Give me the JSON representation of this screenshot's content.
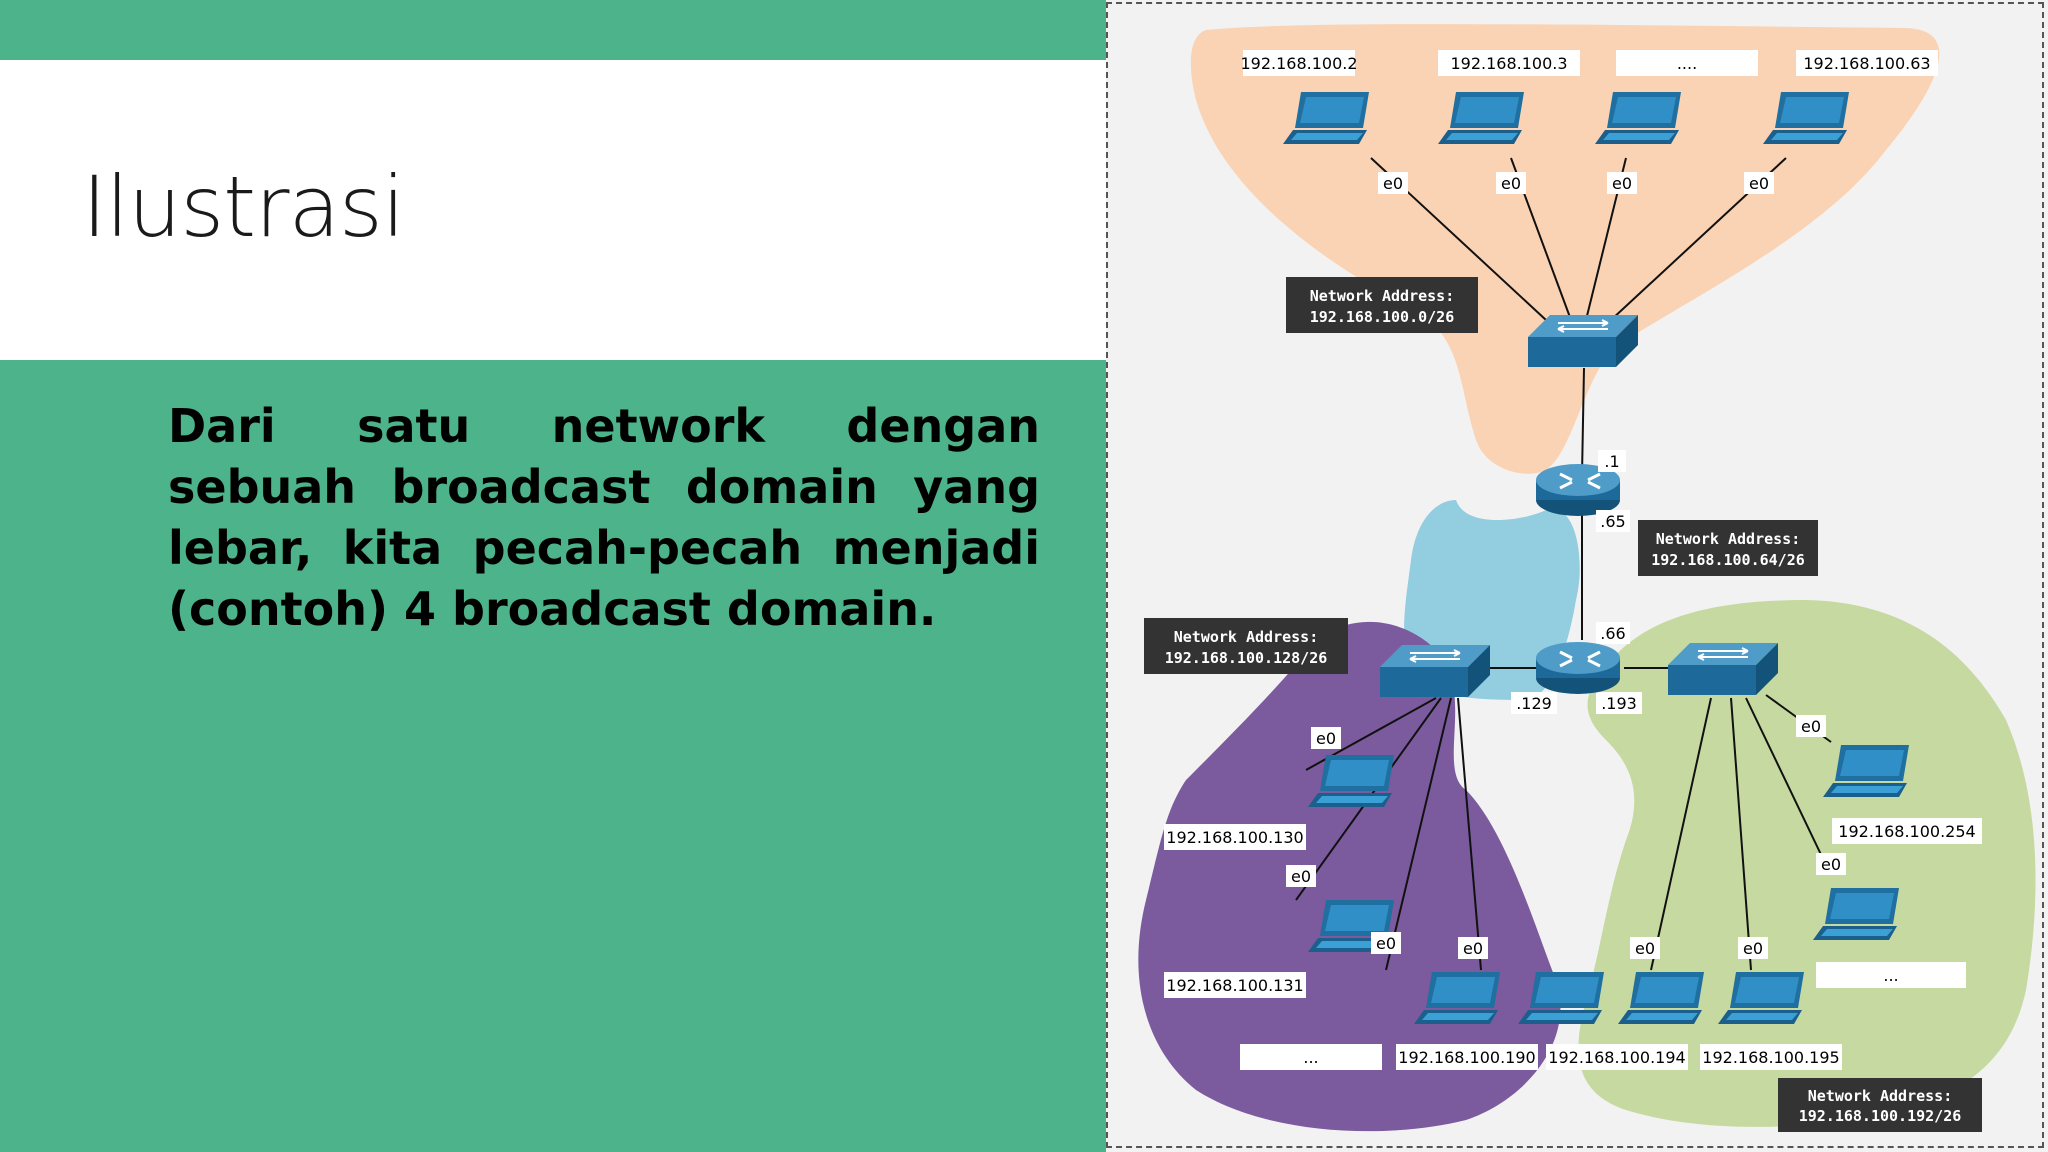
{
  "slide": {
    "title": "Ilustrasi",
    "body": "Dari satu network dengan sebuah broadcast domain yang lebar, kita pecah-pecah menjadi (contoh) 4 broadcast domain."
  },
  "diagram": {
    "network_label_prefix": "Network Address:",
    "networks": [
      {
        "name": "top",
        "address": "192.168.100.0/26",
        "color": "#fad3b4"
      },
      {
        "name": "middle",
        "address": "192.168.100.64/26",
        "color": "#93cde0"
      },
      {
        "name": "left",
        "address": "192.168.100.128/26",
        "color": "#7b5b9e"
      },
      {
        "name": "right",
        "address": "192.168.100.192/26",
        "color": "#c6d9a0"
      }
    ],
    "top_hosts": [
      "192.168.100.2",
      "192.168.100.3",
      "....",
      "192.168.100.63"
    ],
    "left_hosts": [
      "192.168.100.130",
      "192.168.100.131",
      "...",
      "192.168.100.190"
    ],
    "right_hosts": [
      "192.168.100.254",
      "...",
      "192.168.100.194",
      "192.168.100.195"
    ],
    "interface_label": "e0",
    "router_ports": [
      ".1",
      ".65",
      ".66",
      ".129",
      ".193"
    ]
  }
}
